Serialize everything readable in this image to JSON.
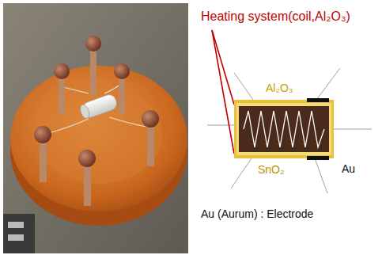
{
  "diagram": {
    "labels": [
      "Heating system(coil,Al₂O₃)",
      "Al₂O₃",
      "SnO₂",
      "Au",
      "Au (Aurum) : Electrode"
    ]
  }
}
